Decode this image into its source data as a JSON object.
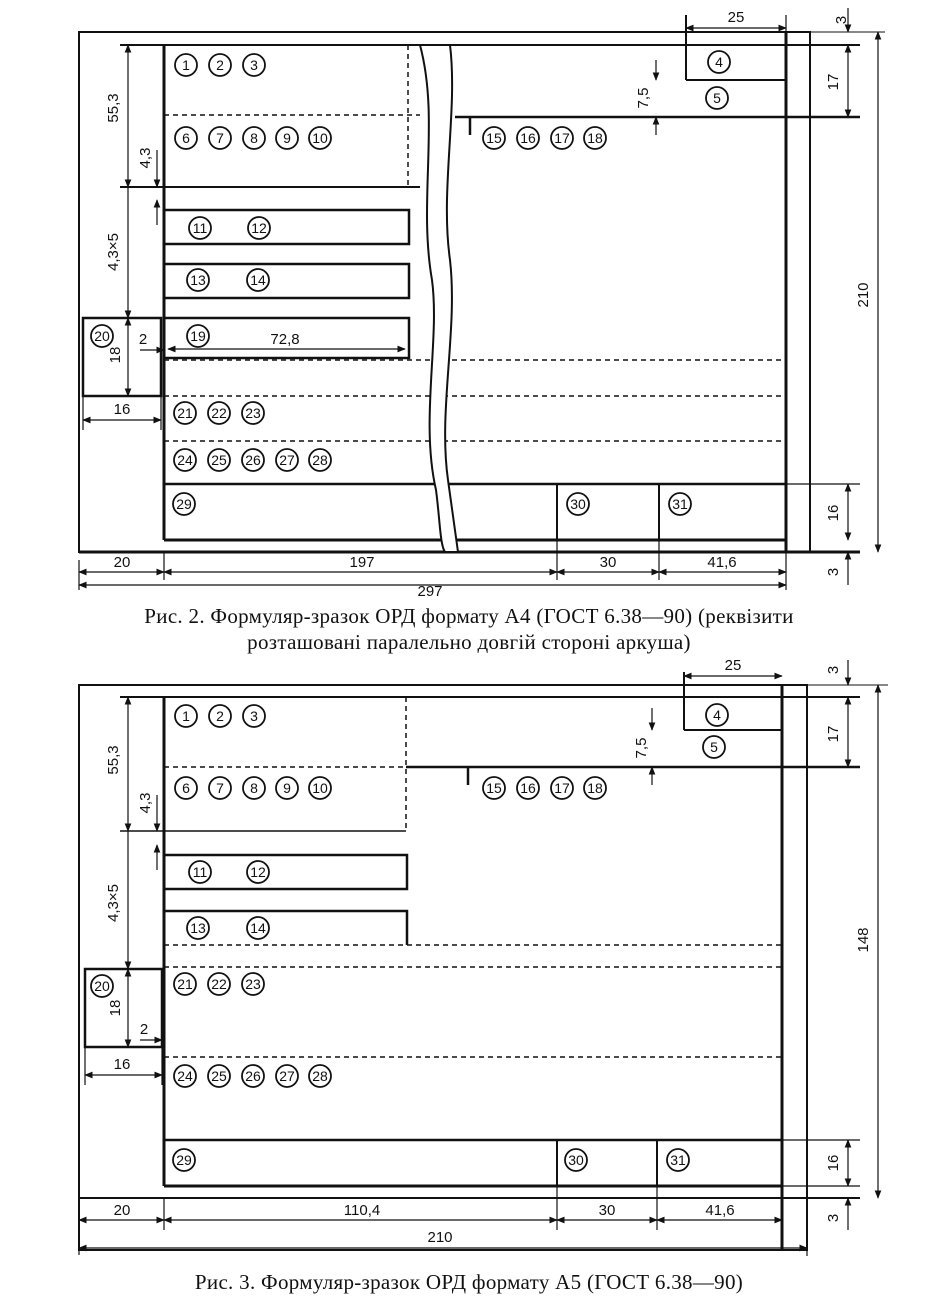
{
  "figure2": {
    "caption_line1": "Рис. 2. Формуляр-зразок ОРД формату А4 (ГОСТ 6.38—90) (реквізити",
    "caption_line2": "розташовані паралельно довгій стороні аркуша)",
    "dims": {
      "top_25": "25",
      "top_3": "3",
      "right_17": "17",
      "right_210": "210",
      "right_16": "16",
      "right_3": "3",
      "left_55_3": "55,3",
      "left_4_3": "4,3",
      "left_4_3x5": "4,3×5",
      "box_18": "18",
      "box_2": "2",
      "box_16": "16",
      "width_72_8": "72,8",
      "side_7_5": "7,5",
      "bottom_20": "20",
      "bottom_197": "197",
      "bottom_30": "30",
      "bottom_41_6": "41,6",
      "bottom_297": "297"
    },
    "requisites": {
      "r1": "1",
      "r2": "2",
      "r3": "3",
      "r4": "4",
      "r5": "5",
      "r6": "6",
      "r7": "7",
      "r8": "8",
      "r9": "9",
      "r10": "10",
      "r11": "11",
      "r12": "12",
      "r13": "13",
      "r14": "14",
      "r15": "15",
      "r16": "16",
      "r17": "17",
      "r18": "18",
      "r19": "19",
      "r20": "20",
      "r21": "21",
      "r22": "22",
      "r23": "23",
      "r24": "24",
      "r25": "25",
      "r26": "26",
      "r27": "27",
      "r28": "28",
      "r29": "29",
      "r30": "30",
      "r31": "31"
    }
  },
  "figure3": {
    "caption": "Рис. 3. Формуляр-зразок ОРД формату А5 (ГОСТ 6.38—90)",
    "dims": {
      "top_25": "25",
      "top_3": "3",
      "right_17": "17",
      "right_148": "148",
      "right_16": "16",
      "right_3": "3",
      "left_55_3": "55,3",
      "left_4_3": "4,3",
      "left_4_3x5": "4,3×5",
      "box_18": "18",
      "box_2": "2",
      "box_16": "16",
      "side_7_5": "7,5",
      "bottom_20": "20",
      "bottom_110_4": "110,4",
      "bottom_30": "30",
      "bottom_41_6": "41,6",
      "bottom_210": "210"
    },
    "requisites": {
      "r1": "1",
      "r2": "2",
      "r3": "3",
      "r4": "4",
      "r5": "5",
      "r6": "6",
      "r7": "7",
      "r8": "8",
      "r9": "9",
      "r10": "10",
      "r11": "11",
      "r12": "12",
      "r13": "13",
      "r14": "14",
      "r15": "15",
      "r16": "16",
      "r17": "17",
      "r18": "18",
      "r20": "20",
      "r21": "21",
      "r22": "22",
      "r23": "23",
      "r24": "24",
      "r25": "25",
      "r26": "26",
      "r27": "27",
      "r28": "28",
      "r29": "29",
      "r30": "30",
      "r31": "31"
    }
  }
}
